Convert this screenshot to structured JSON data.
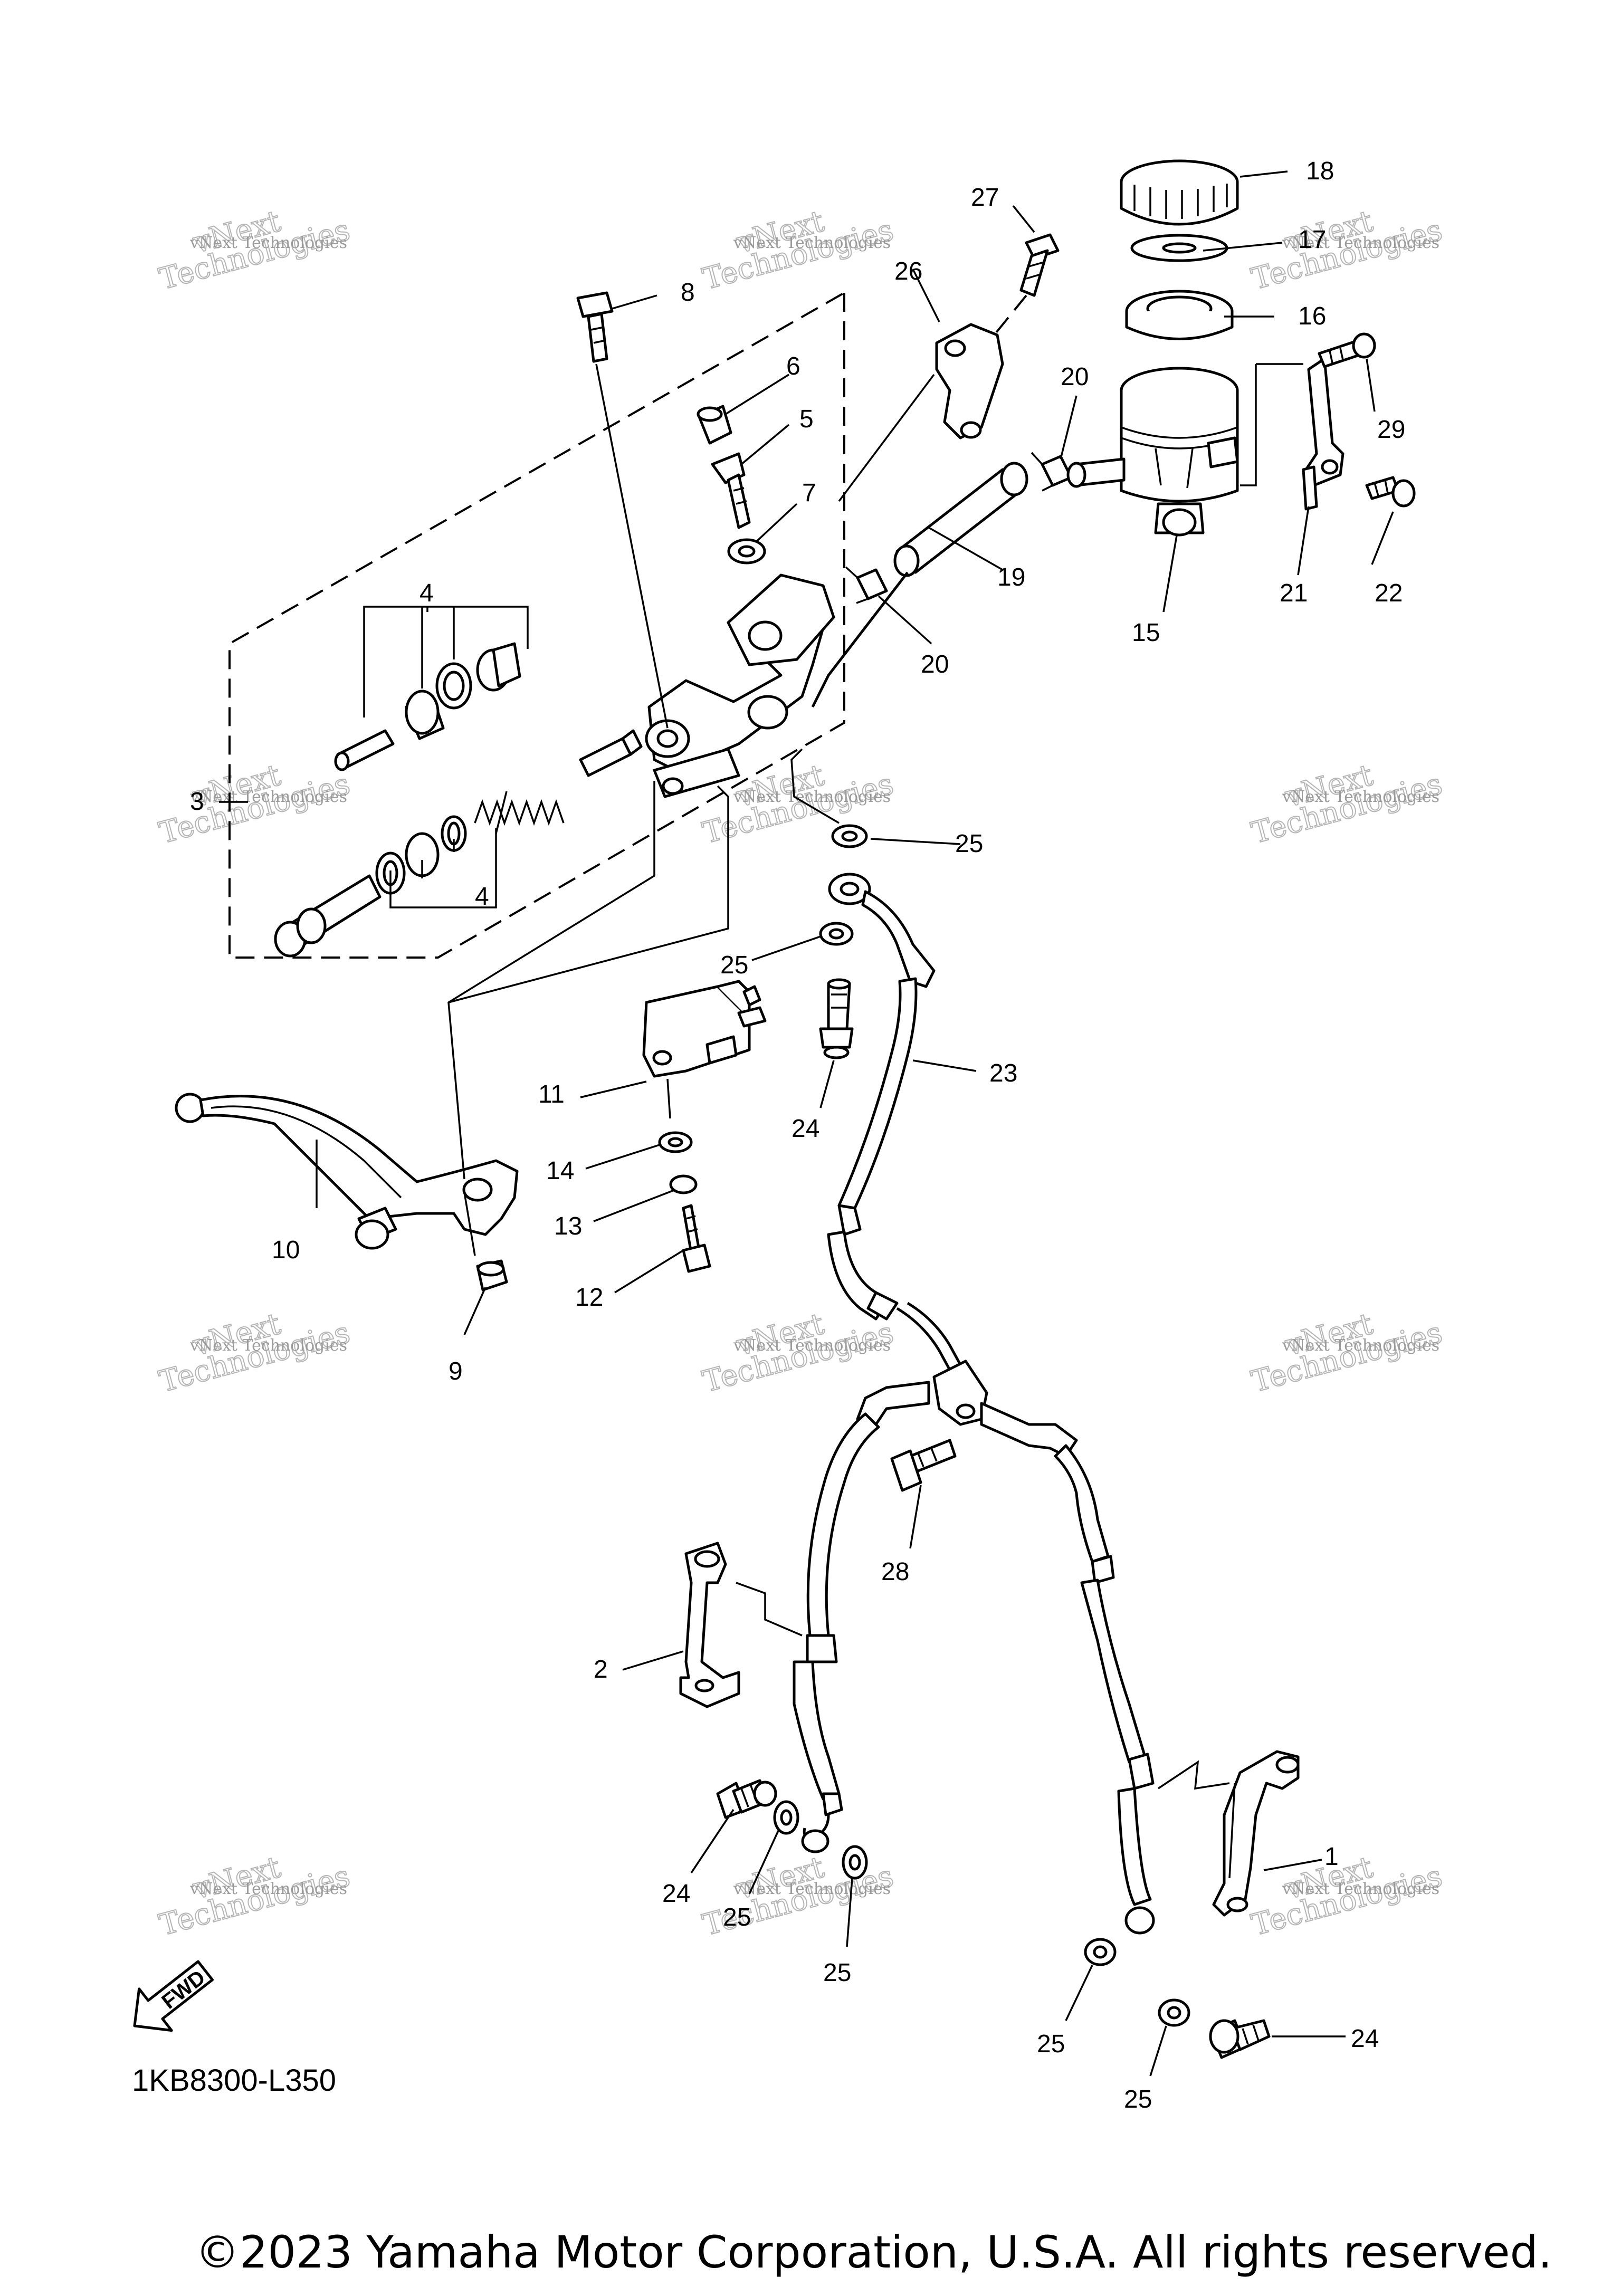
{
  "diagram": {
    "callouts": [
      {
        "id": "1",
        "text": "1"
      },
      {
        "id": "2",
        "text": "2"
      },
      {
        "id": "3",
        "text": "3"
      },
      {
        "id": "4a",
        "text": "4"
      },
      {
        "id": "4b",
        "text": "4"
      },
      {
        "id": "5",
        "text": "5"
      },
      {
        "id": "6",
        "text": "6"
      },
      {
        "id": "7",
        "text": "7"
      },
      {
        "id": "8",
        "text": "8"
      },
      {
        "id": "9",
        "text": "9"
      },
      {
        "id": "10",
        "text": "10"
      },
      {
        "id": "11",
        "text": "11"
      },
      {
        "id": "12",
        "text": "12"
      },
      {
        "id": "13",
        "text": "13"
      },
      {
        "id": "14",
        "text": "14"
      },
      {
        "id": "15",
        "text": "15"
      },
      {
        "id": "16",
        "text": "16"
      },
      {
        "id": "17",
        "text": "17"
      },
      {
        "id": "18",
        "text": "18"
      },
      {
        "id": "19",
        "text": "19"
      },
      {
        "id": "20a",
        "text": "20"
      },
      {
        "id": "20b",
        "text": "20"
      },
      {
        "id": "21",
        "text": "21"
      },
      {
        "id": "22",
        "text": "22"
      },
      {
        "id": "23",
        "text": "23"
      },
      {
        "id": "24a",
        "text": "24"
      },
      {
        "id": "24b",
        "text": "24"
      },
      {
        "id": "24c",
        "text": "24"
      },
      {
        "id": "25a",
        "text": "25"
      },
      {
        "id": "25b",
        "text": "25"
      },
      {
        "id": "25c",
        "text": "25"
      },
      {
        "id": "25d",
        "text": "25"
      },
      {
        "id": "25e",
        "text": "25"
      },
      {
        "id": "25f",
        "text": "25"
      },
      {
        "id": "26",
        "text": "26"
      },
      {
        "id": "27",
        "text": "27"
      },
      {
        "id": "28",
        "text": "28"
      },
      {
        "id": "29",
        "text": "29"
      }
    ],
    "fwd_label": "FWD",
    "part_code": "1KB8300-L350"
  },
  "watermark": {
    "small_text": "vNext Technologies",
    "big_word_1": "vNext",
    "big_word_2": "Technologies"
  },
  "footer": {
    "copyright": "©2023 Yamaha Motor Corporation, U.S.A. All rights reserved."
  }
}
